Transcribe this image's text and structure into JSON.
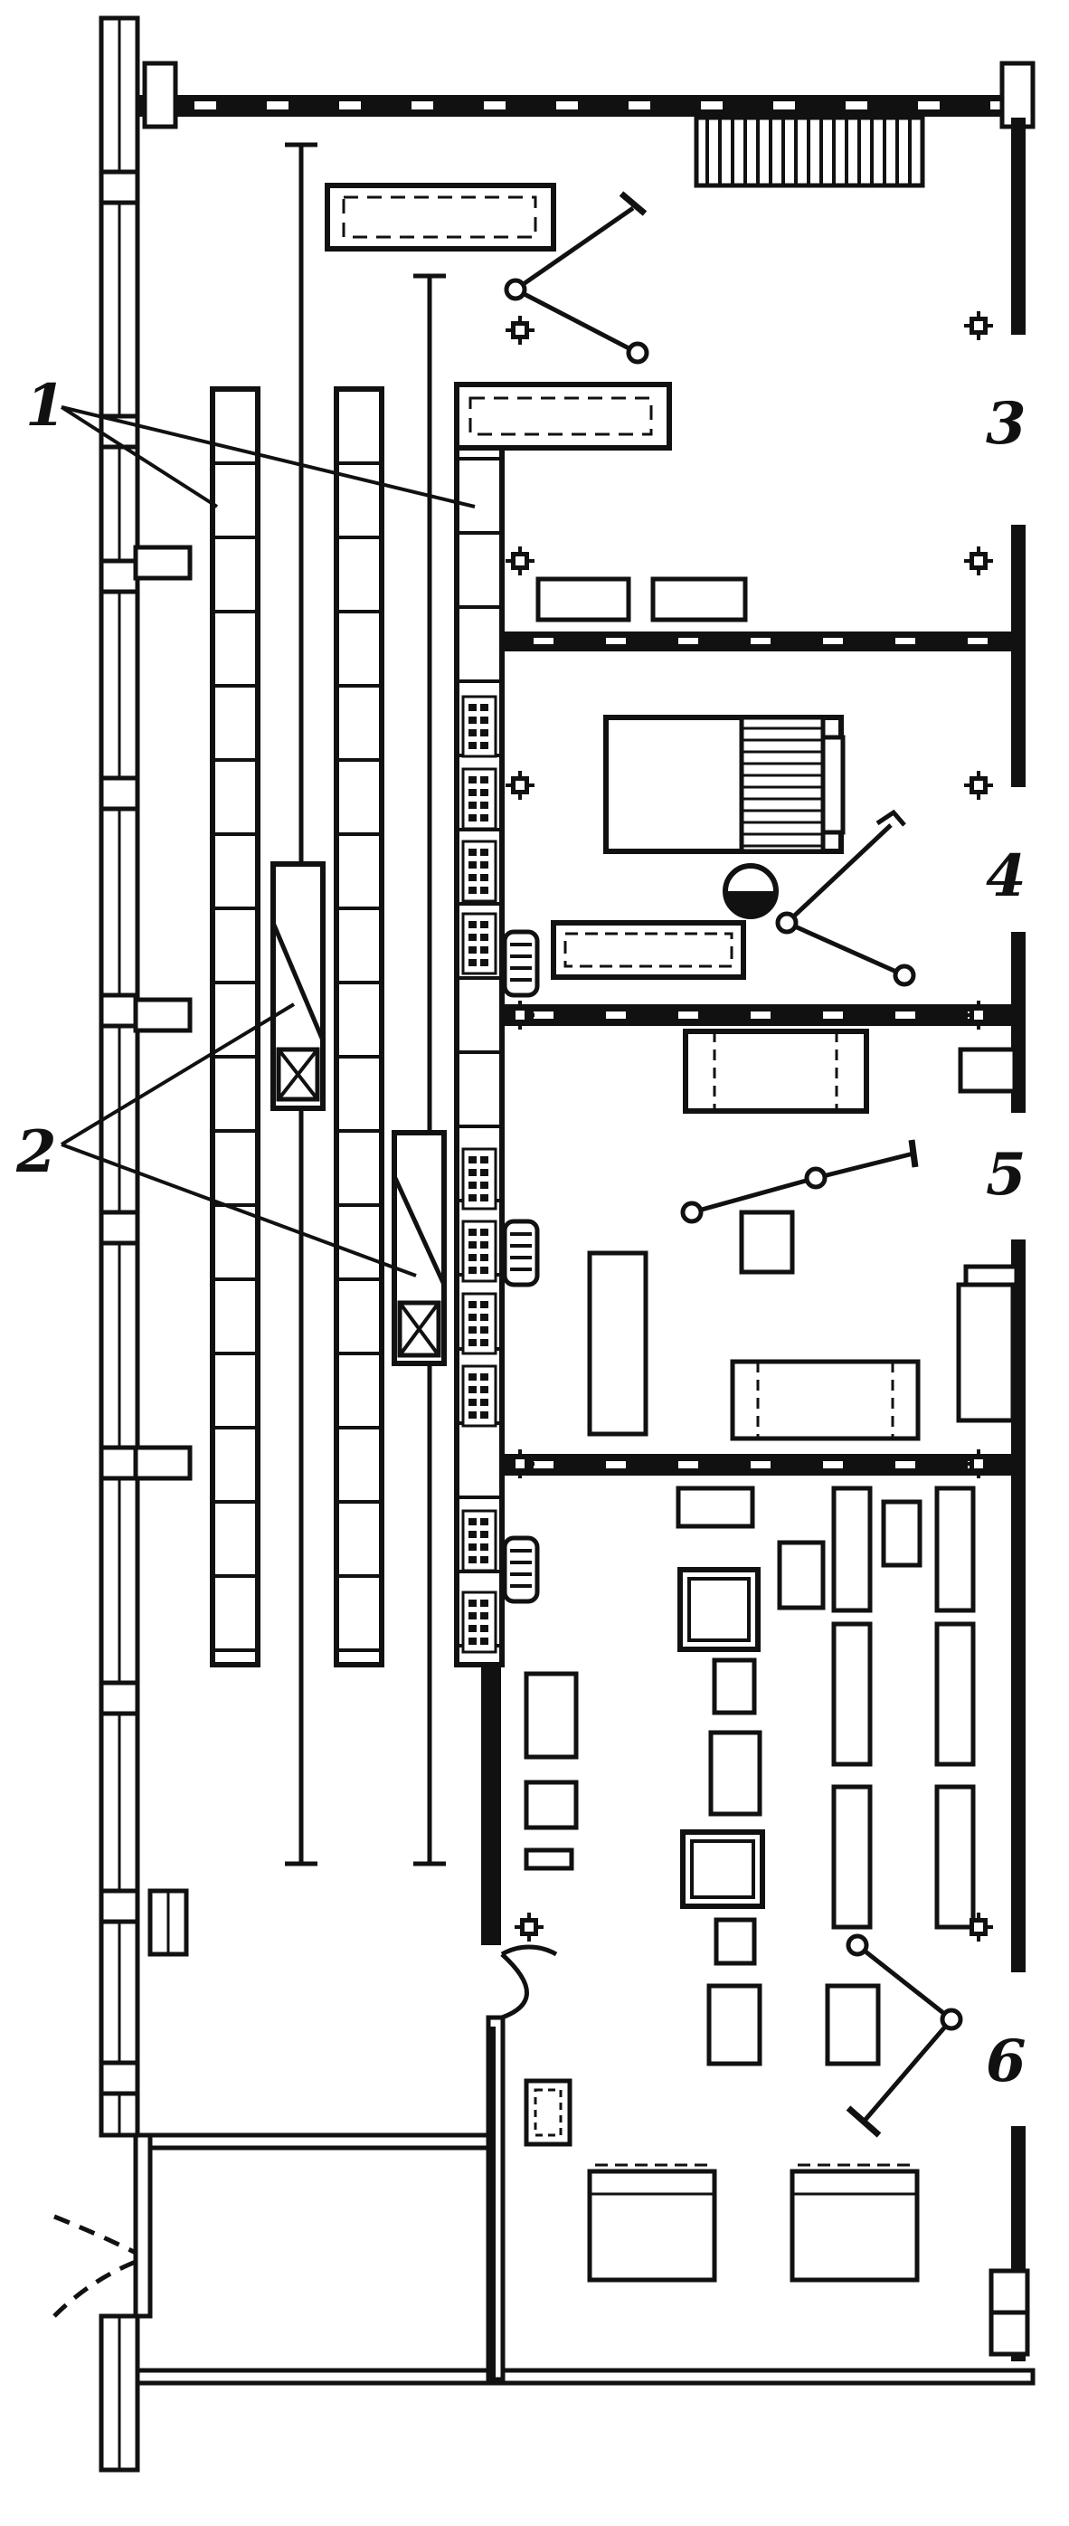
{
  "labels": {
    "callout_1": "1",
    "callout_2": "2",
    "room_3": "3",
    "room_4": "4",
    "room_5": "5",
    "room_6": "6"
  },
  "colors": {
    "ink": "#111111",
    "paper": "#ffffff"
  },
  "icons": {
    "column": "column-marker-icon",
    "crane_arm": "crane-arm-icon"
  }
}
